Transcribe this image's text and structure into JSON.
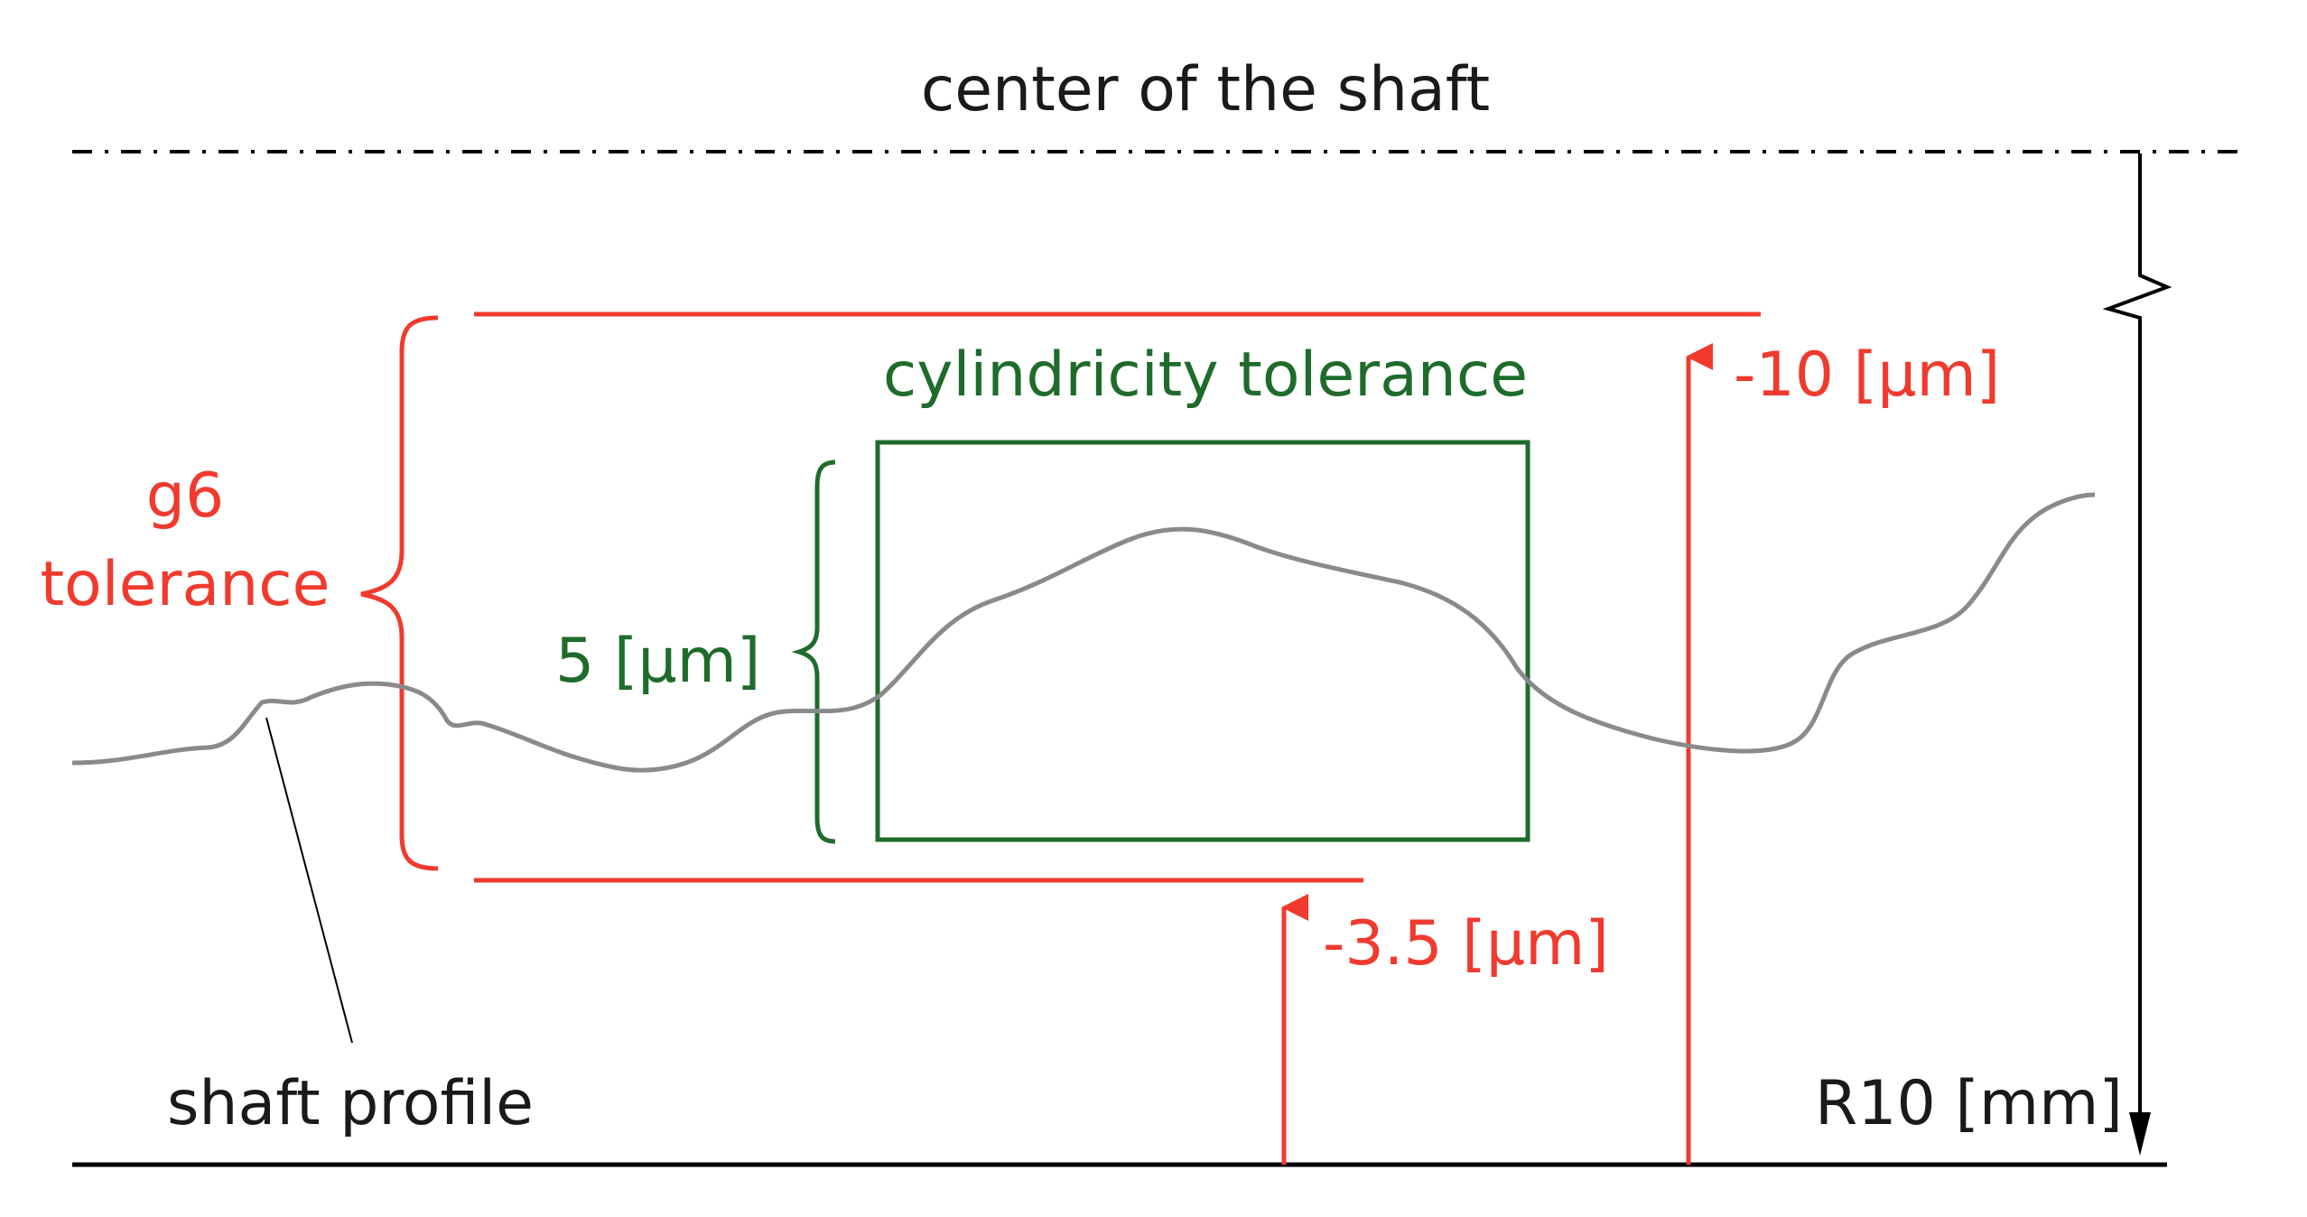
{
  "labels": {
    "shaft_center": "center of the shaft",
    "cylindricity_tolerance": "cylindricity tolerance",
    "upper_deviation": "-10 [μm]",
    "g6_line1": "g6",
    "g6_line2": "tolerance",
    "cylindricity_value": "5 [μm]",
    "lower_deviation": "-3.5  [μm]",
    "shaft_profile": "shaft profile",
    "radius": "R10 [mm]"
  },
  "colors": {
    "tolerance_zone": "#f03a2e",
    "cylindricity": "#1f6b2c",
    "profile": "#8a8a8a",
    "lines": "#000000"
  }
}
